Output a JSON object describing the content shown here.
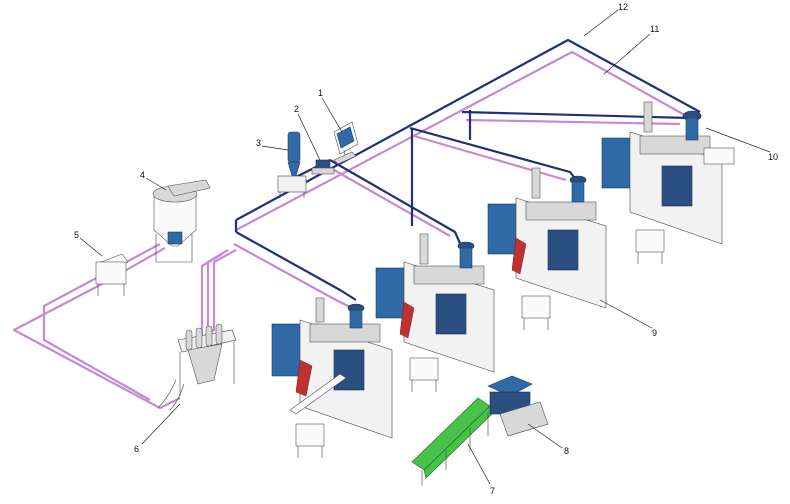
{
  "callouts": [
    {
      "id": "1",
      "label": "1"
    },
    {
      "id": "2",
      "label": "2"
    },
    {
      "id": "3",
      "label": "3"
    },
    {
      "id": "4",
      "label": "4"
    },
    {
      "id": "5",
      "label": "5"
    },
    {
      "id": "6",
      "label": "6"
    },
    {
      "id": "7",
      "label": "7"
    },
    {
      "id": "8",
      "label": "8"
    },
    {
      "id": "9",
      "label": "9"
    },
    {
      "id": "10",
      "label": "10"
    },
    {
      "id": "11",
      "label": "11"
    },
    {
      "id": "12",
      "label": "12"
    }
  ],
  "colors": {
    "vacuum_line": "#1f2f7a",
    "material_line": "#c38ad6",
    "machine_blue": "#2f6aa6",
    "conveyor_green": "#49c24a",
    "accent_red": "#c0322f"
  },
  "icons": [
    "control-panel-icon",
    "vacuum-pump-icon",
    "cyclone-filter-icon",
    "storage-silo-icon",
    "pipe-manifold-icon",
    "conveyor-icon",
    "crusher-icon",
    "molding-machine-icon",
    "hopper-loader-icon"
  ]
}
